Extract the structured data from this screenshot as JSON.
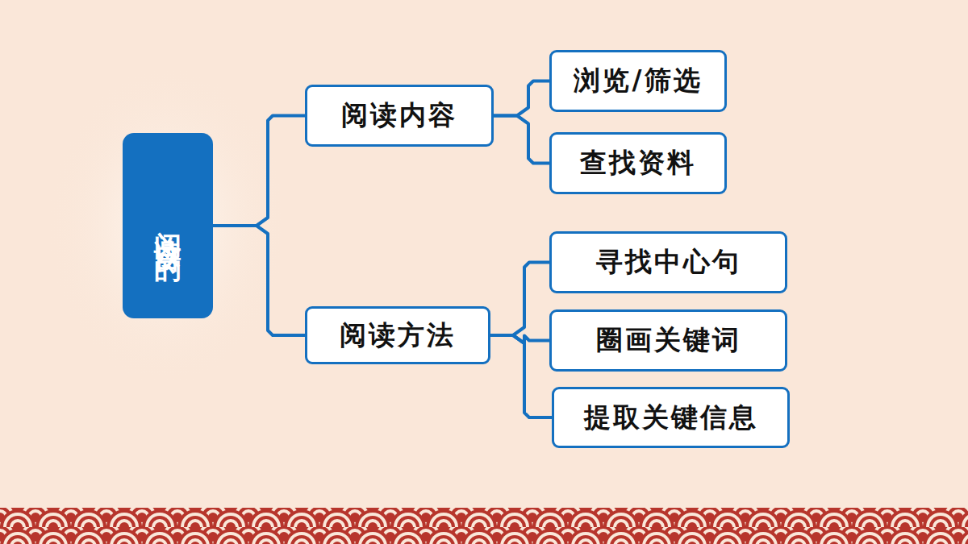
{
  "diagram": {
    "nodes": [
      {
        "text": [
          "阅读目的"
        ]
      },
      {
        "text": [
          "阅读内容"
        ]
      },
      {
        "text": [
          "阅读方法"
        ]
      },
      {
        "text": [
          "浏览/筛选"
        ]
      },
      {
        "text": [
          "查找资料"
        ]
      },
      {
        "text": [
          "寻找中心句"
        ]
      },
      {
        "text": [
          "圈画关键词"
        ]
      },
      {
        "text": [
          "提取关键信息"
        ]
      }
    ],
    "edges": [
      {
        "from": 0,
        "to": 1,
        "arrow": "none"
      },
      {
        "from": 0,
        "to": 2,
        "arrow": "none"
      },
      {
        "from": 1,
        "to": 3,
        "arrow": "none"
      },
      {
        "from": 1,
        "to": 4,
        "arrow": "none"
      },
      {
        "from": 2,
        "to": 5,
        "arrow": "none"
      },
      {
        "from": 2,
        "to": 6,
        "arrow": "none"
      },
      {
        "from": 2,
        "to": 7,
        "arrow": "none"
      }
    ]
  }
}
